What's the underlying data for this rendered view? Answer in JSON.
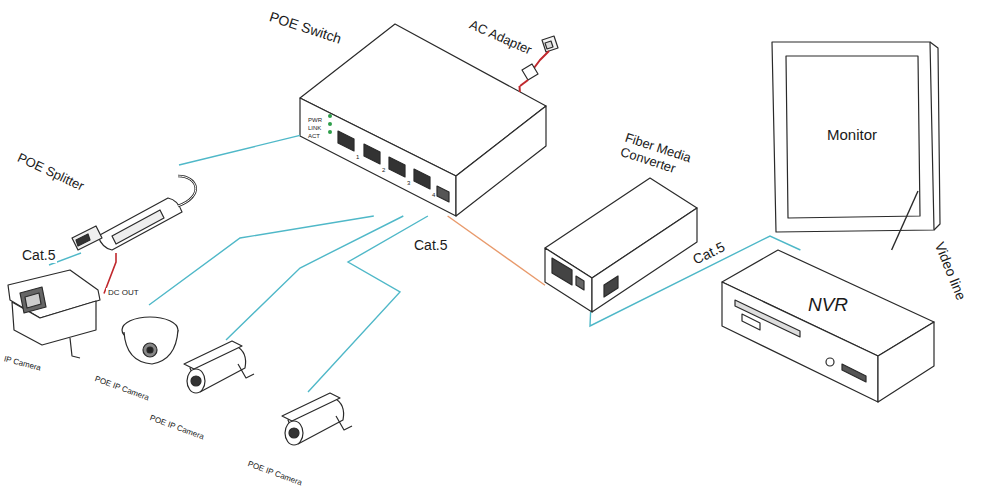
{
  "diagram": {
    "nodes": [
      {
        "text": [
          "POE Switch"
        ]
      },
      {
        "text": [
          "AC Adapter"
        ]
      },
      {
        "text": [
          "POE Splitter"
        ]
      },
      {
        "text": [
          "IP Camera"
        ]
      },
      {
        "text": [
          "POE IP Camera"
        ]
      },
      {
        "text": [
          "Fiber Media Converter"
        ]
      },
      {
        "text": [
          "Monitor"
        ]
      },
      {
        "text": [
          "NVR"
        ]
      },
      {
        "text": [
          "POE IP Camera"
        ]
      },
      {
        "text": [
          "POE IP Camera"
        ]
      }
    ],
    "edges": [
      {
        "from": 1,
        "to": 0,
        "arrow": "none"
      },
      {
        "from": 0,
        "to": 2,
        "arrow": "none"
      },
      {
        "from": 2,
        "to": 3,
        "label": "Cat.5",
        "arrow": "none"
      },
      {
        "from": 2,
        "to": 3,
        "label": "DC OUT",
        "arrow": "none"
      },
      {
        "from": 0,
        "to": 4,
        "arrow": "none"
      },
      {
        "from": 0,
        "to": 8,
        "arrow": "none"
      },
      {
        "from": 0,
        "to": 9,
        "arrow": "none"
      },
      {
        "from": 0,
        "to": 5,
        "arrow": "none"
      },
      {
        "from": 5,
        "to": 7,
        "label": "Cat.5",
        "arrow": "none"
      },
      {
        "from": 7,
        "to": 6,
        "label": "Video line",
        "arrow": "none"
      }
    ],
    "labels": [
      "PWR",
      "LINK",
      "ACT",
      "1",
      "2",
      "3",
      "4",
      "Cat.5"
    ]
  }
}
